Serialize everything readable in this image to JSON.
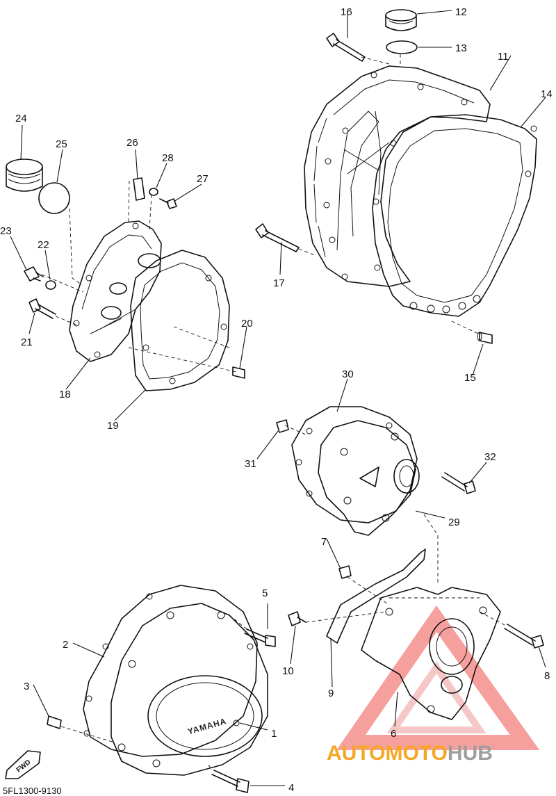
{
  "diagram": {
    "code": "5FL1300-9130",
    "callouts": [
      "1",
      "2",
      "3",
      "4",
      "5",
      "6",
      "7",
      "8",
      "9",
      "10",
      "11",
      "12",
      "13",
      "14",
      "15",
      "16",
      "17",
      "18",
      "19",
      "20",
      "21",
      "22",
      "23",
      "24",
      "25",
      "26",
      "27",
      "28",
      "29",
      "30",
      "31",
      "32"
    ],
    "cover_branding": "YAMAHA",
    "fwd_tag": "FWD"
  },
  "watermark": {
    "auto": "AUTO",
    "moto": "MOTO",
    "hub": "HUB",
    "colors": {
      "orange": "#f5a623",
      "red": "#e53935",
      "gray": "#9e9e9e"
    }
  }
}
